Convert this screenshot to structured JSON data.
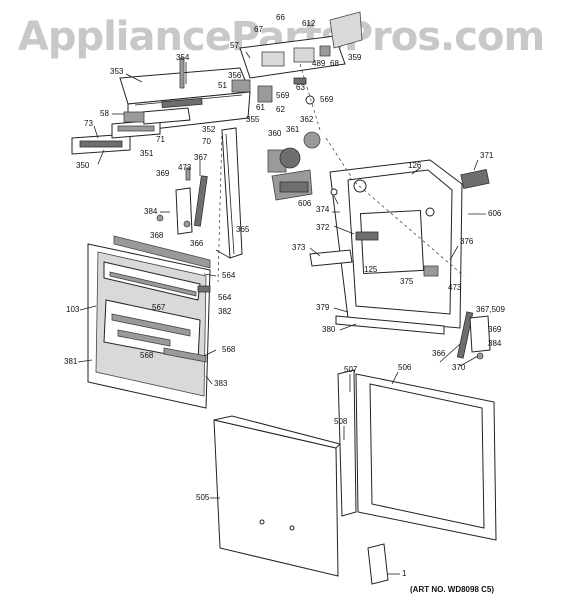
{
  "watermark": "AppliancePartsPros.com",
  "art_number": "(ART NO. WD8098 C5)",
  "callouts": {
    "c1": "1",
    "c51": "51",
    "c57": "57",
    "c58": "58",
    "c61": "61",
    "c62": "62",
    "c63": "63",
    "c66": "66",
    "c67": "67",
    "c68": "68",
    "c70": "70",
    "c71": "71",
    "c73": "73",
    "c103": "103",
    "c125": "125",
    "c126": "126",
    "c350": "350",
    "c351": "351",
    "c352": "352",
    "c353": "353",
    "c354": "354",
    "c355": "355",
    "c356": "356",
    "c359": "359",
    "c360": "360",
    "c361": "361",
    "c362": "362",
    "c365": "365",
    "c366a": "366",
    "c366b": "366",
    "c367a": "367",
    "c367_509": "367,509",
    "c368": "368",
    "c369a": "369",
    "c369b": "369",
    "c370": "370",
    "c371": "371",
    "c372": "372",
    "c373": "373",
    "c374": "374",
    "c375": "375",
    "c376": "376",
    "c379": "379",
    "c380": "380",
    "c381": "381",
    "c382": "382",
    "c383": "383",
    "c384a": "384",
    "c384b": "384",
    "c473a": "473",
    "c473b": "473",
    "c489": "489",
    "c505": "505",
    "c506": "506",
    "c507": "507",
    "c508": "508",
    "c564a": "564",
    "c564b": "564",
    "c567": "567",
    "c568a": "568",
    "c568b": "568",
    "c569a": "569",
    "c569b": "569",
    "c606a": "606",
    "c606b": "606",
    "c612": "612"
  }
}
